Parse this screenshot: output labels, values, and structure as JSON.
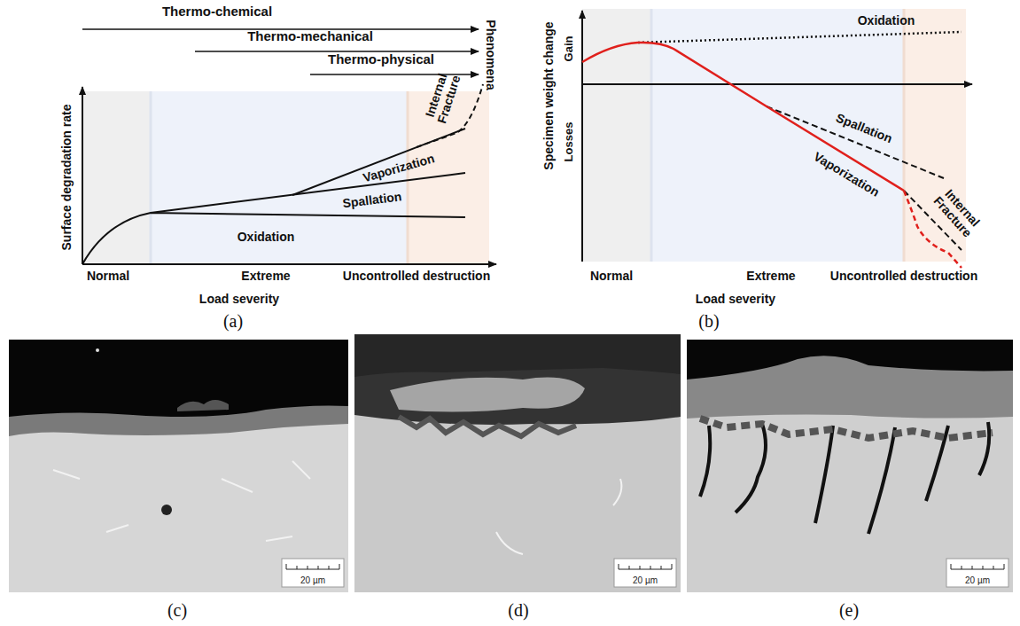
{
  "diagram": {
    "labels": [
      "Thermo-chemical",
      "Thermo-mechanical",
      "Thermo-physical",
      "Phenomena",
      "Surface degradation rate",
      "Internal Fracture",
      "Vaporization",
      "Spallation",
      "Oxidation",
      "Normal",
      "Extreme",
      "Uncontrolled destruction",
      "Load severity",
      "(a)",
      "Gain",
      "Oxidation",
      "Specimen weight change",
      "Losses",
      "Spallation",
      "Vaporization",
      "Internal Fracture",
      "Normal",
      "Extreme",
      "Uncontrolled destruction",
      "Load severity",
      "(b)",
      "20 µm",
      "20 µm",
      "20 µm",
      "(c)",
      "(d)",
      "(e)"
    ]
  }
}
